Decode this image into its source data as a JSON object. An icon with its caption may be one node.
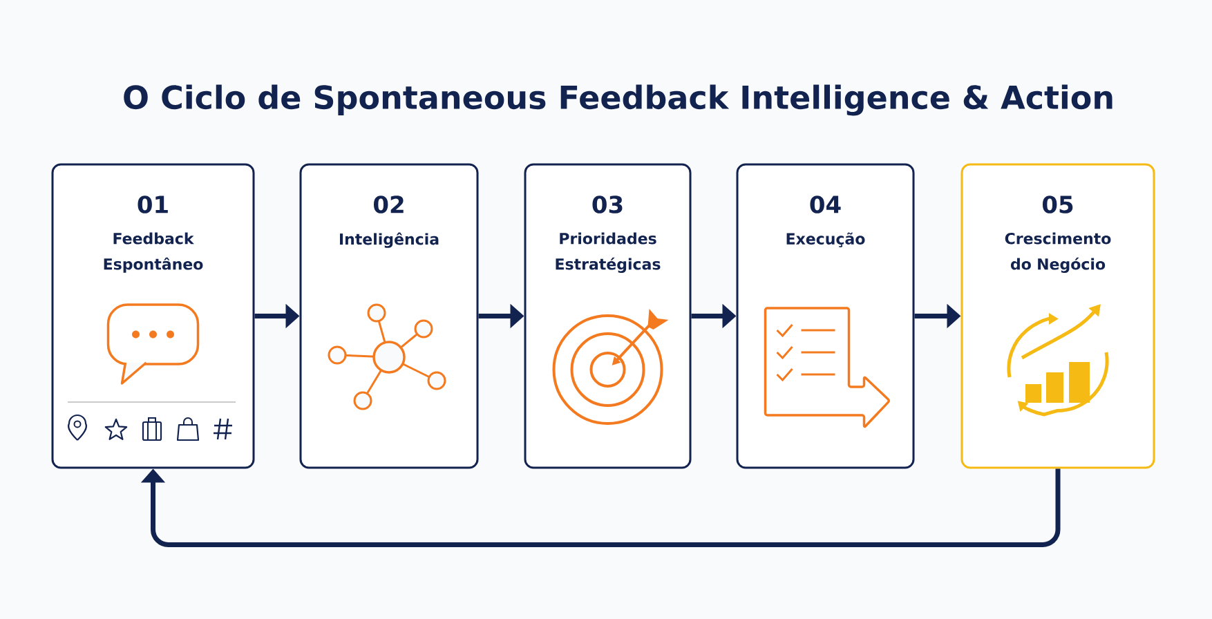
{
  "diagram": {
    "title": "O Ciclo de Spontaneous Feedback Intelligence & Action",
    "nodes": [
      {
        "text": [
          "01",
          "Feedback Espontâneo"
        ]
      },
      {
        "text": [
          "02",
          "Inteligência"
        ]
      },
      {
        "text": [
          "03",
          "Prioridades Estratégicas"
        ]
      },
      {
        "text": [
          "04",
          "Execução"
        ]
      },
      {
        "text": [
          "05",
          "Crescimento do Negócio"
        ]
      }
    ],
    "edges": [
      {
        "from": 0,
        "to": 1,
        "arrow": "to"
      },
      {
        "from": 1,
        "to": 2,
        "arrow": "to"
      },
      {
        "from": 2,
        "to": 3,
        "arrow": "to"
      },
      {
        "from": 3,
        "to": 4,
        "arrow": "to"
      },
      {
        "from": 4,
        "to": 0,
        "arrow": "to"
      }
    ]
  }
}
